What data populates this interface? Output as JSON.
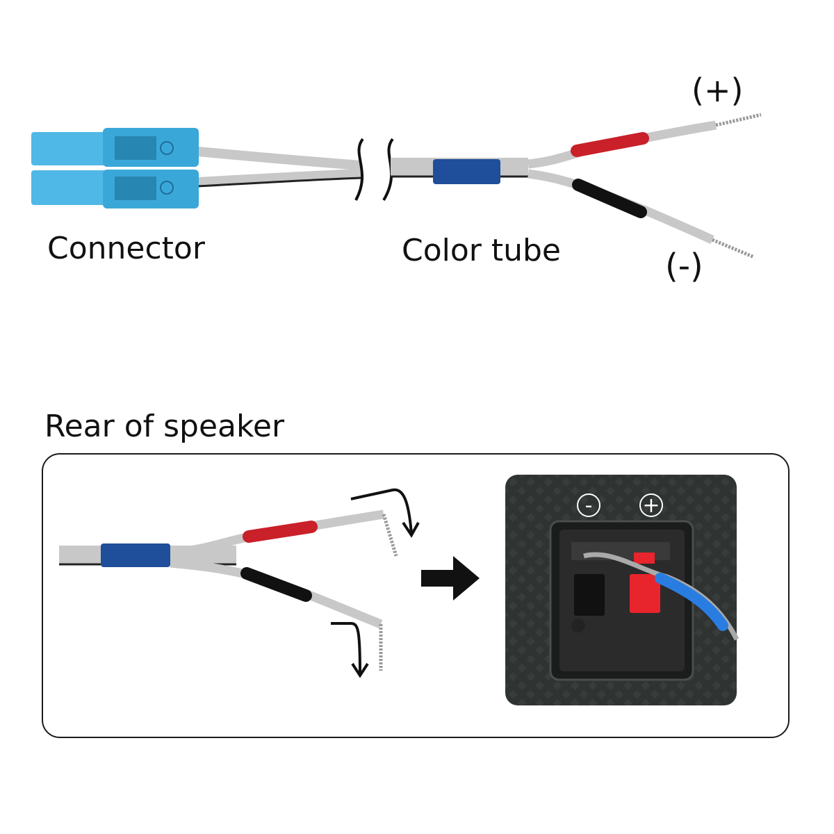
{
  "labels": {
    "connector": "Connector",
    "color_tube": "Color tube",
    "positive": "(+)",
    "negative": "(-)",
    "rear_of_speaker": "Rear of speaker"
  },
  "terminal": {
    "minus_mark": "-",
    "plus_mark": "+"
  },
  "colors": {
    "connector_blue": "#4fb8e6",
    "color_tube_blue": "#1f4e9a",
    "positive_sleeve": "#c9202a",
    "negative_sleeve": "#111111",
    "terminal_red": "#e8242c",
    "speaker_back": "#2c2f2e"
  }
}
